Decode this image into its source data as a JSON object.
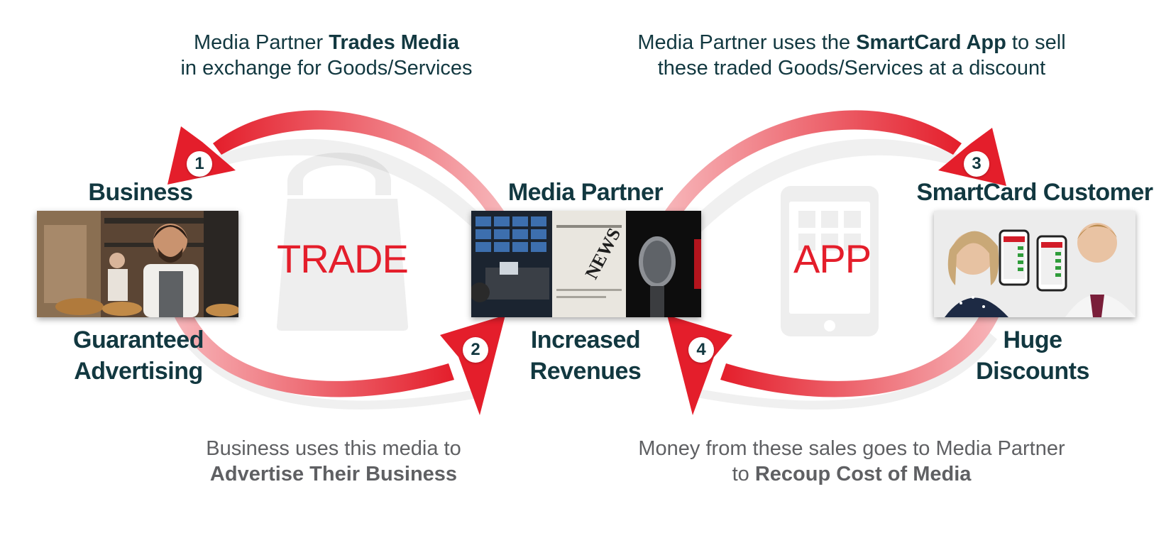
{
  "captions": {
    "top_left": {
      "pre": "Media Partner ",
      "bold": "Trades Media",
      "line2": "in exchange for Goods/Services"
    },
    "top_right": {
      "pre": "Media Partner uses the ",
      "bold": "SmartCard App",
      "post": " to sell",
      "line2": "these traded Goods/Services at a discount"
    },
    "bottom_left": {
      "line1": "Business uses this media to",
      "bold": "Advertise Their Business"
    },
    "bottom_right": {
      "line1": "Money from these sales goes to Media Partner",
      "pre2": "to ",
      "bold": "Recoup Cost of Media"
    }
  },
  "nodes": {
    "business": {
      "title": "Business",
      "sub1": "Guaranteed",
      "sub2": "Advertising"
    },
    "media_partner": {
      "title": "Media Partner",
      "sub1": "Increased",
      "sub2": "Revenues",
      "photo_text": "NEWS"
    },
    "customer": {
      "title": "SmartCard Customer",
      "sub1": "Huge",
      "sub2": "Discounts"
    }
  },
  "center_words": {
    "trade": "TRADE",
    "app": "APP"
  },
  "steps": [
    "1",
    "2",
    "3",
    "4"
  ],
  "icons": {
    "trade": "shopping-bag-icon",
    "app": "tablet-icon"
  },
  "colors": {
    "arrow_red": "#e41e2b",
    "arrow_light": "#f59ca2",
    "heading": "#123840",
    "muted": "#5f6063",
    "watermark": "#eeeeee"
  }
}
